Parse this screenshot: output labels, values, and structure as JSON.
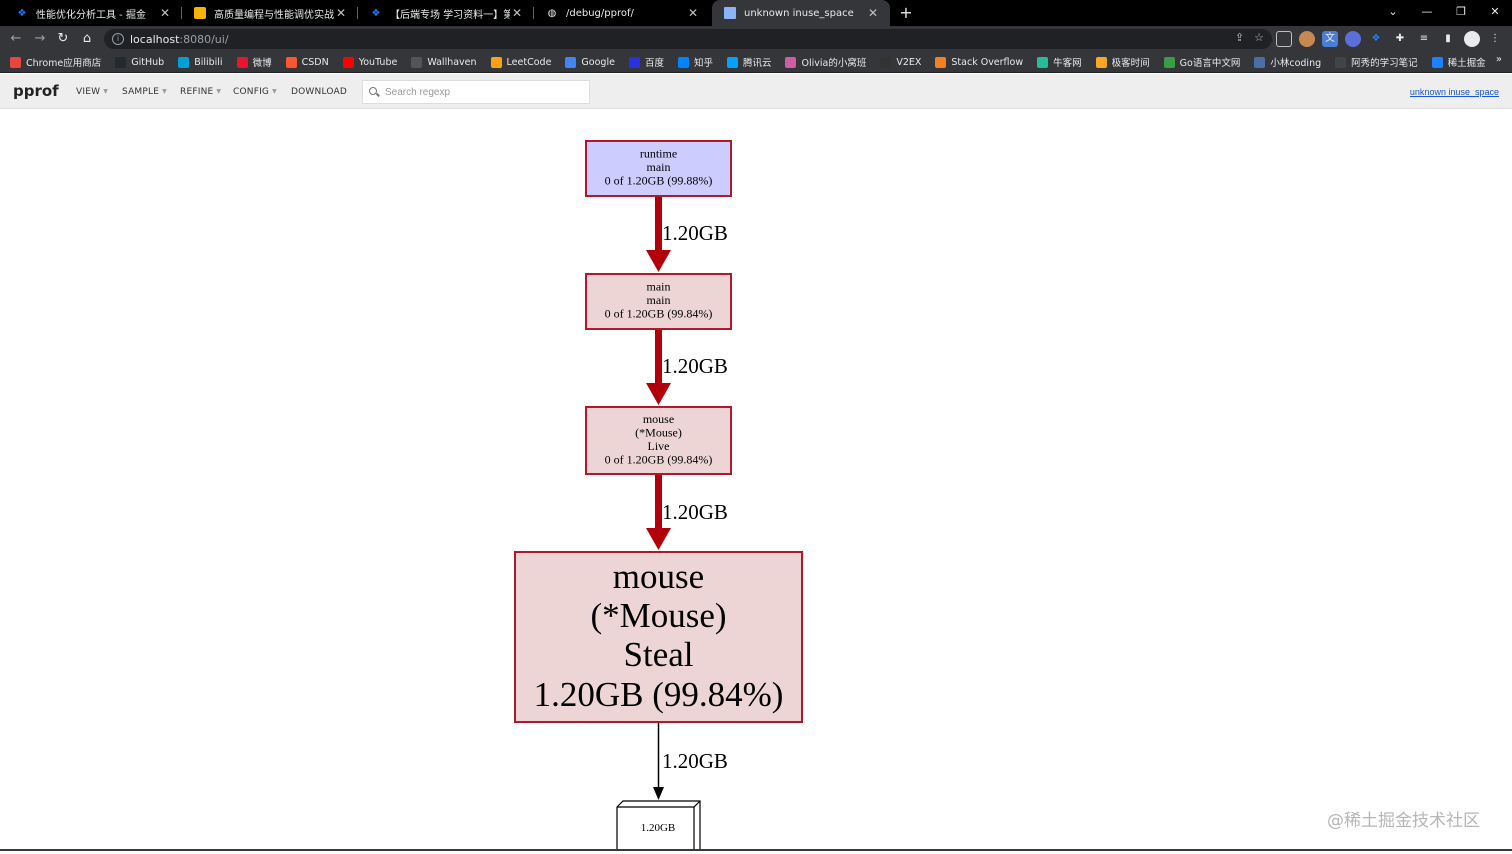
{
  "tabs": [
    {
      "title": "性能优化分析工具 - 掘金",
      "icon": "juejin-icon",
      "active": false
    },
    {
      "title": "高质量编程与性能调优实战 .ppt",
      "icon": "slides-icon",
      "active": false
    },
    {
      "title": "【后端专场 学习资料一】第五届",
      "icon": "juejin-icon",
      "active": false
    },
    {
      "title": "/debug/pprof/",
      "icon": "globe-icon",
      "active": false
    },
    {
      "title": "unknown inuse_space",
      "icon": "page-icon",
      "active": true
    }
  ],
  "omnibox": {
    "host": "localhost",
    "path": ":8080/ui/"
  },
  "bookmarks": [
    {
      "label": "Chrome应用商店",
      "color": "#e8453c"
    },
    {
      "label": "GitHub",
      "color": "#24292e"
    },
    {
      "label": "Bilibili",
      "color": "#00a1d6"
    },
    {
      "label": "微博",
      "color": "#e6162d"
    },
    {
      "label": "CSDN",
      "color": "#fc5531"
    },
    {
      "label": "YouTube",
      "color": "#ff0000"
    },
    {
      "label": "Wallhaven",
      "color": "#555555"
    },
    {
      "label": "LeetCode",
      "color": "#ffa116"
    },
    {
      "label": "Google",
      "color": "#4285f4"
    },
    {
      "label": "百度",
      "color": "#2932e1"
    },
    {
      "label": "知乎",
      "color": "#0084ff"
    },
    {
      "label": "腾讯云",
      "color": "#00a4ff"
    },
    {
      "label": "Olivia的小窝班",
      "color": "#d05ca6"
    },
    {
      "label": "V2EX",
      "color": "#333333"
    },
    {
      "label": "Stack Overflow",
      "color": "#f48024"
    },
    {
      "label": "牛客网",
      "color": "#25bb9b"
    },
    {
      "label": "极客时间",
      "color": "#f9a825"
    },
    {
      "label": "Go语言中文网",
      "color": "#3c9b46"
    },
    {
      "label": "小林coding",
      "color": "#4a6fa5"
    },
    {
      "label": "阿秀的学习笔记",
      "color": "#444444"
    },
    {
      "label": "稀土掘金",
      "color": "#1e80ff"
    }
  ],
  "bookmarks_more": "»",
  "pprof": {
    "logo": "pprof",
    "menus": [
      "VIEW",
      "SAMPLE",
      "REFINE",
      "CONFIG",
      "DOWNLOAD"
    ],
    "search_placeholder": "Search regexp",
    "profile_link": "unknown inuse_space"
  },
  "graph": {
    "nodes": [
      {
        "lines": [
          "runtime",
          "main",
          "0 of 1.20GB (99.88%)"
        ],
        "fill": "#ccccfe",
        "stroke": "#b2182b"
      },
      {
        "lines": [
          "main",
          "main",
          "0 of 1.20GB (99.84%)"
        ],
        "fill": "#edd5d5",
        "stroke": "#b2182b"
      },
      {
        "lines": [
          "mouse",
          "(*Mouse)",
          "Live",
          "0 of 1.20GB (99.84%)"
        ],
        "fill": "#edd5d5",
        "stroke": "#b2182b"
      },
      {
        "lines": [
          "mouse",
          "(*Mouse)",
          "Steal",
          "1.20GB (99.84%)"
        ],
        "fill": "#edd5d5",
        "stroke": "#b2182b"
      }
    ],
    "edges": [
      {
        "label": "1.20GB",
        "color": "#b2000a"
      },
      {
        "label": "1.20GB",
        "color": "#b2000a"
      },
      {
        "label": "1.20GB",
        "color": "#b2000a"
      },
      {
        "label": "1.20GB",
        "color": "#000000"
      }
    ],
    "leaf_label": "1.20GB"
  },
  "watermark": "@稀土掘金技术社区"
}
